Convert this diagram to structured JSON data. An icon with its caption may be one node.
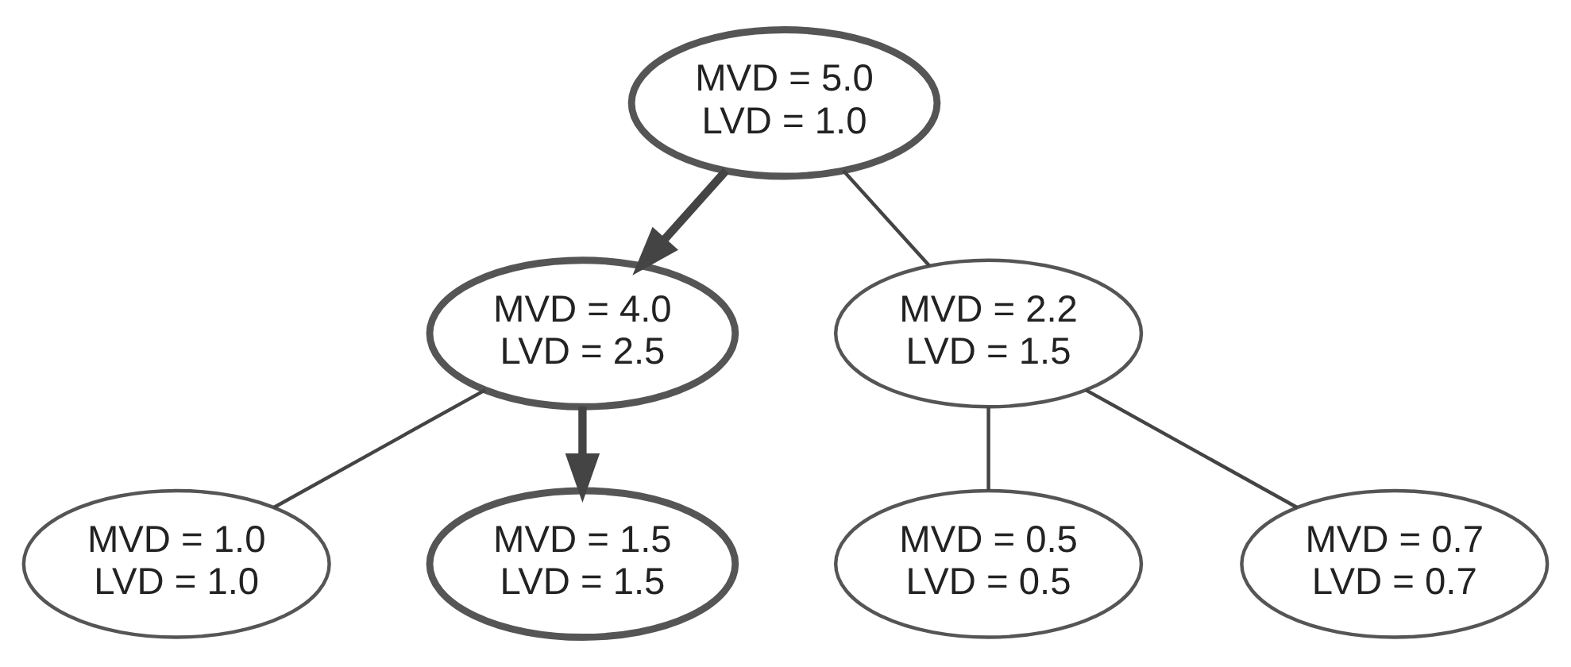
{
  "diagram": {
    "nodes": [
      {
        "text": [
          "MVD = 5.0",
          "LVD = 1.0"
        ]
      },
      {
        "text": [
          "MVD = 4.0",
          "LVD = 2.5"
        ]
      },
      {
        "text": [
          "MVD = 1.0",
          "LVD = 1.0"
        ]
      },
      {
        "text": [
          "MVD = 1.5",
          "LVD = 1.5"
        ]
      },
      {
        "text": [
          "MVD = 2.2",
          "LVD = 1.5"
        ]
      },
      {
        "text": [
          "MVD = 0.5",
          "LVD = 0.5"
        ]
      },
      {
        "text": [
          "MVD = 0.7",
          "LVD = 0.7"
        ]
      }
    ],
    "edges": [
      {
        "from": 0,
        "to": 1,
        "arrow": "to",
        "style": "thick"
      },
      {
        "from": 0,
        "to": 4,
        "arrow": "none"
      },
      {
        "from": 1,
        "to": 2,
        "arrow": "none"
      },
      {
        "from": 1,
        "to": 3,
        "arrow": "to",
        "style": "thick"
      },
      {
        "from": 4,
        "to": 5,
        "arrow": "none"
      },
      {
        "from": 4,
        "to": 6,
        "arrow": "none"
      }
    ]
  }
}
